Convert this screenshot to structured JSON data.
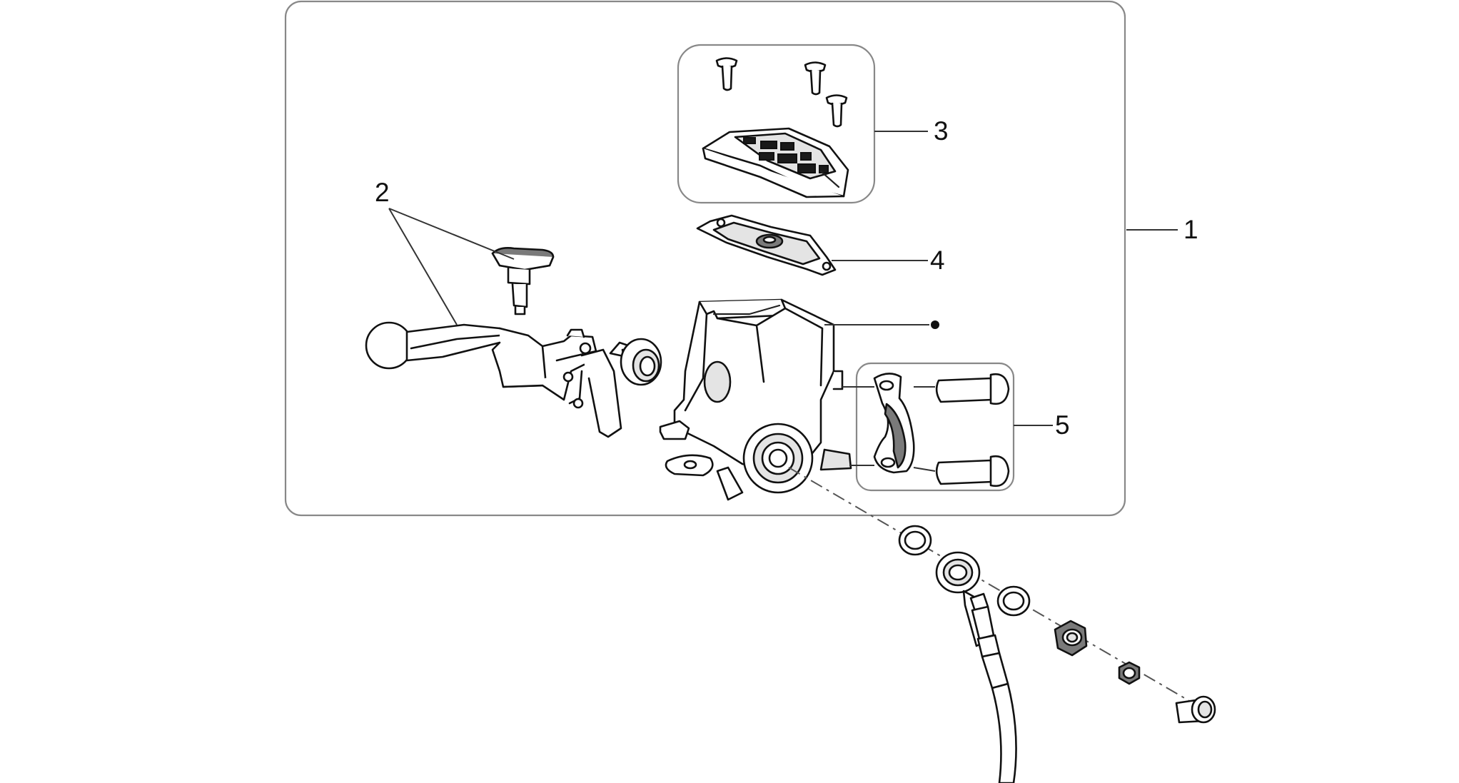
{
  "diagram": {
    "callouts": [
      {
        "id": "1",
        "label": "1"
      },
      {
        "id": "2",
        "label": "2"
      },
      {
        "id": "3",
        "label": "3"
      },
      {
        "id": "4",
        "label": "4"
      },
      {
        "id": "5",
        "label": "5"
      }
    ],
    "marker": "bullet-dot"
  }
}
